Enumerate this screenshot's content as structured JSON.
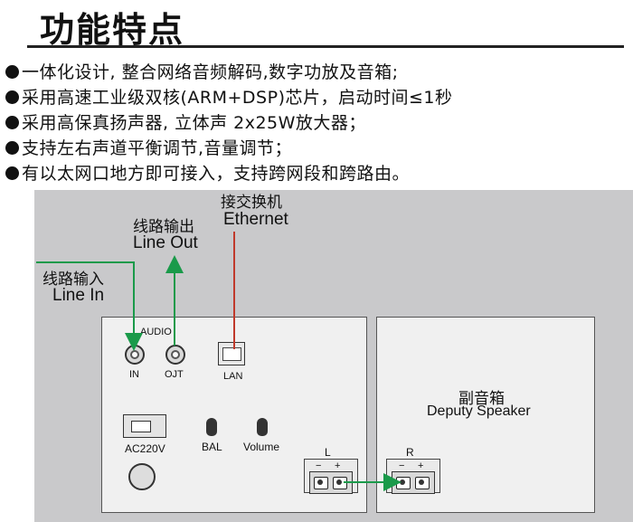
{
  "title": "功能特点",
  "features": [
    "一体化设计, 整合网络音频解码,数字功放及音箱;",
    "采用高速工业级双核(ARM+DSP)芯片，启动时间≤1秒",
    "采用高保真扬声器, 立体声 2x25W放大器；",
    "支持左右声道平衡调节,音量调节；",
    "有以太网口地方即可接入，支持跨网段和跨路由。"
  ],
  "diagram": {
    "ethernet_cn": "接交换机",
    "ethernet_en": "Ethernet",
    "line_out_cn": "线路输出",
    "line_out_en": "Line Out",
    "line_in_cn": "线路输入",
    "line_in_en": "Line In",
    "audio_label": "AUDIO",
    "in_label": "IN",
    "out_label": "OJT",
    "lan_label": "LAN",
    "power_label": "AC220V",
    "bal_label": "BAL",
    "volume_label": "Volume",
    "left_label": "L",
    "right_label": "R",
    "minus": "−",
    "plus": "+",
    "deputy_cn": "副音箱",
    "deputy_en": "Deputy Speaker",
    "colors": {
      "green_wire": "#1a9a4a",
      "red_wire": "#c0392b",
      "panel_bg": "#c9c9cb"
    }
  }
}
